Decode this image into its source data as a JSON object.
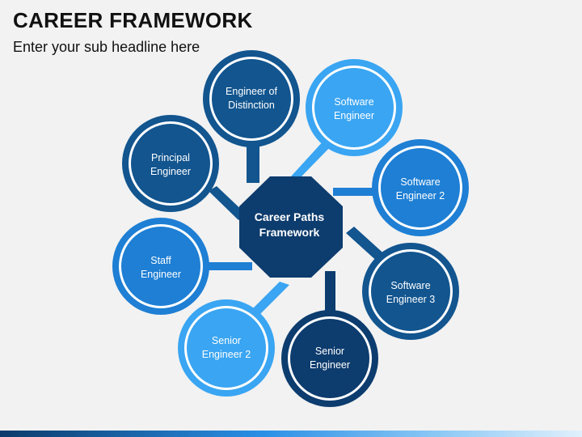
{
  "header": {
    "title": "CAREER FRAMEWORK",
    "subtitle": "Enter your sub headline here"
  },
  "center": {
    "line1": "Career Paths",
    "line2": "Framework"
  },
  "nodes": [
    {
      "line1": "Engineer of",
      "line2": "Distinction"
    },
    {
      "line1": "Software",
      "line2": "Engineer"
    },
    {
      "line1": "Software",
      "line2": "Engineer 2"
    },
    {
      "line1": "Software",
      "line2": "Engineer 3"
    },
    {
      "line1": "Senior",
      "line2": "Engineer"
    },
    {
      "line1": "Senior",
      "line2": "Engineer 2"
    },
    {
      "line1": "Staff",
      "line2": "Engineer"
    },
    {
      "line1": "Principal",
      "line2": "Engineer"
    }
  ],
  "colors": {
    "dark_navy": "#0d3c6e",
    "dark_blue": "#12558f",
    "medium_blue": "#1e7fd4",
    "light_blue": "#3aa5f2"
  }
}
